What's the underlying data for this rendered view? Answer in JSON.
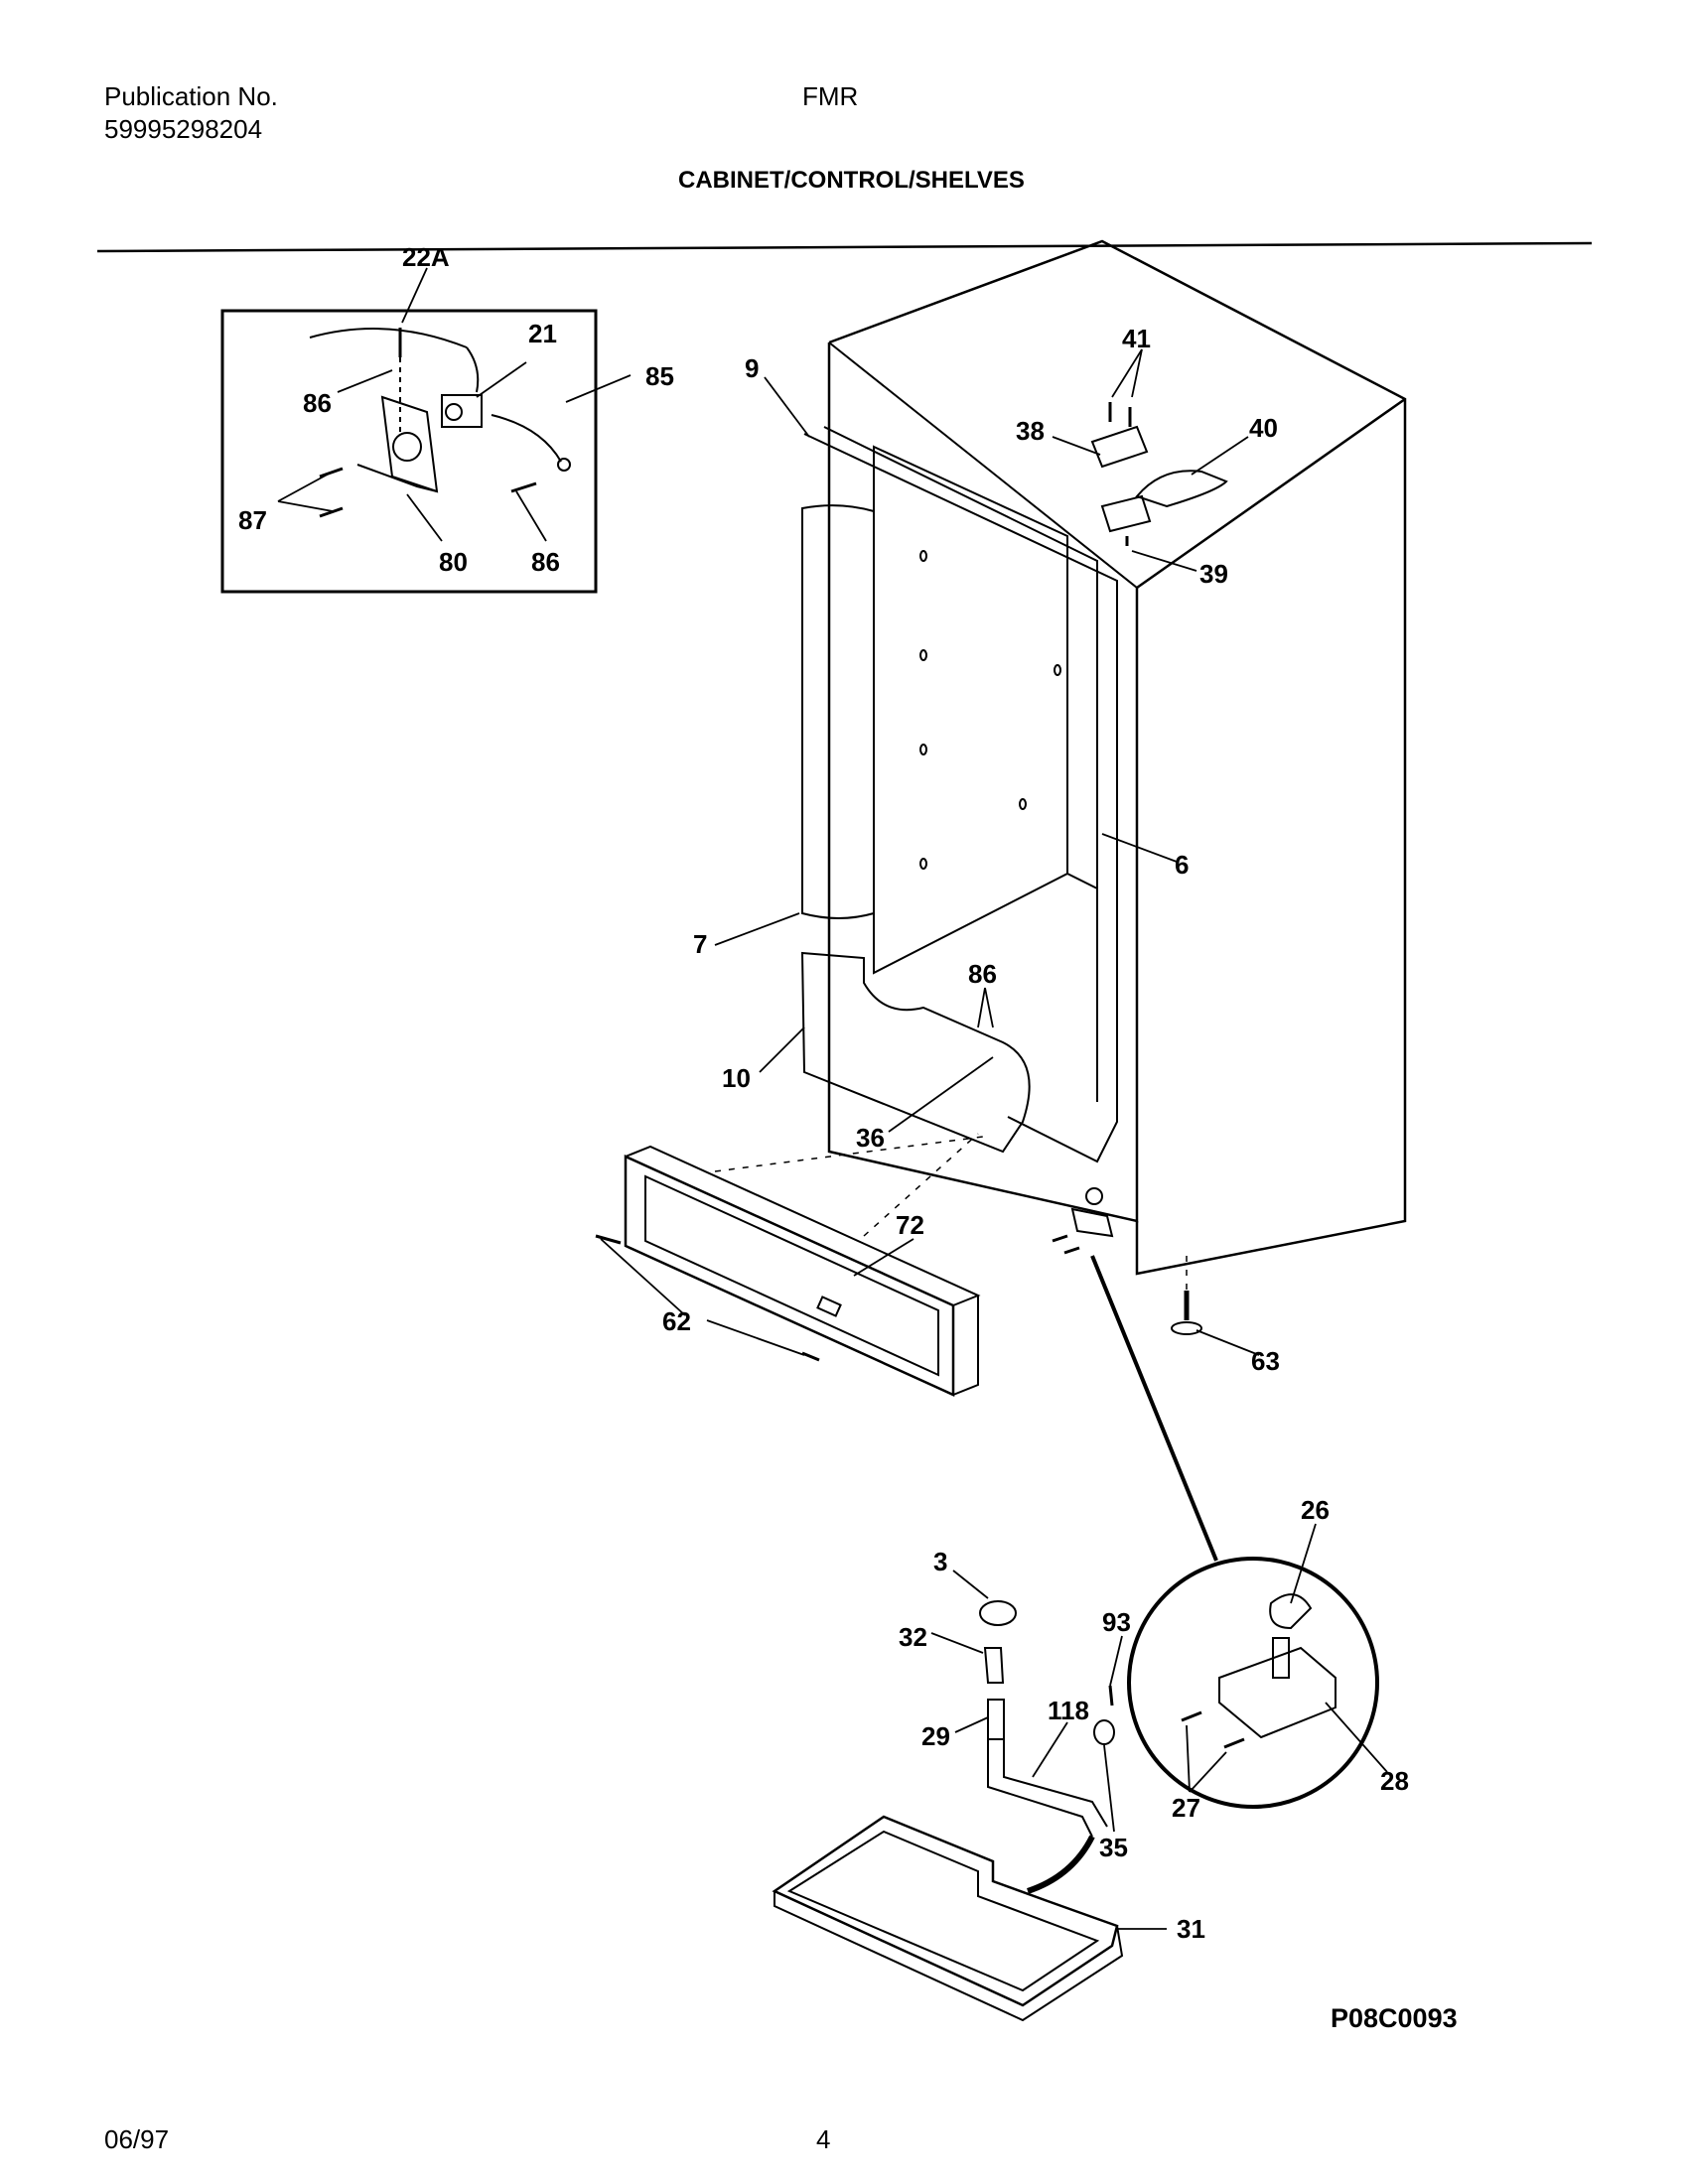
{
  "header": {
    "publication_label": "Publication No.",
    "publication_number": "59995298204",
    "model": "FMR",
    "section_title": "CABINET/CONTROL/SHELVES"
  },
  "callouts": {
    "c22A": "22A",
    "c21": "21",
    "c85": "85",
    "c86a": "86",
    "c87": "87",
    "c80": "80",
    "c86b": "86",
    "c9": "9",
    "c41": "41",
    "c38": "38",
    "c40": "40",
    "c39": "39",
    "c6": "6",
    "c7": "7",
    "c86c": "86",
    "c10": "10",
    "c36": "36",
    "c72": "72",
    "c62": "62",
    "c63": "63",
    "c26": "26",
    "c3": "3",
    "c93": "93",
    "c32": "32",
    "c118": "118",
    "c29": "29",
    "c28": "28",
    "c27": "27",
    "c35": "35",
    "c31": "31"
  },
  "figure_code": "P08C0093",
  "footer": {
    "date": "06/97",
    "page": "4"
  }
}
